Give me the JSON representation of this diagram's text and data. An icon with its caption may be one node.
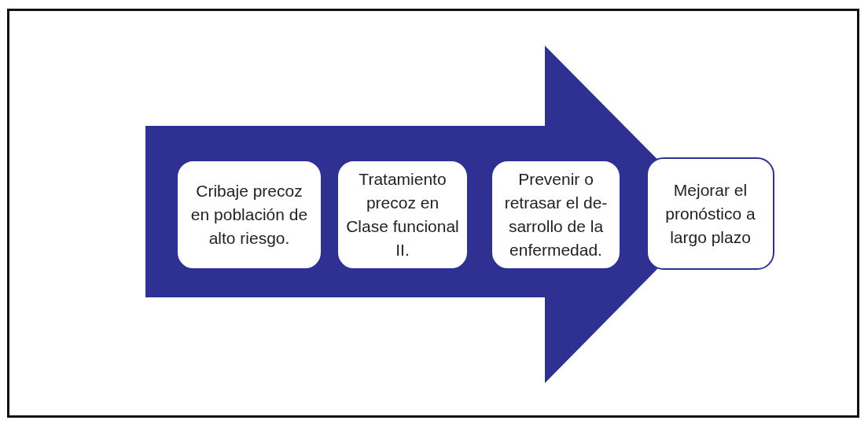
{
  "diagram": {
    "nodes": [
      {
        "text": [
          "Cribaje precoz en población de alto riesgo."
        ]
      },
      {
        "text": [
          "Tratamiento precoz en Clase funcional II."
        ]
      },
      {
        "text": [
          "Prevenir o retrasar el de- sarrollo de la enfermedad."
        ]
      },
      {
        "text": [
          "Mejorar el pronóstico a largo plazo"
        ]
      }
    ]
  }
}
